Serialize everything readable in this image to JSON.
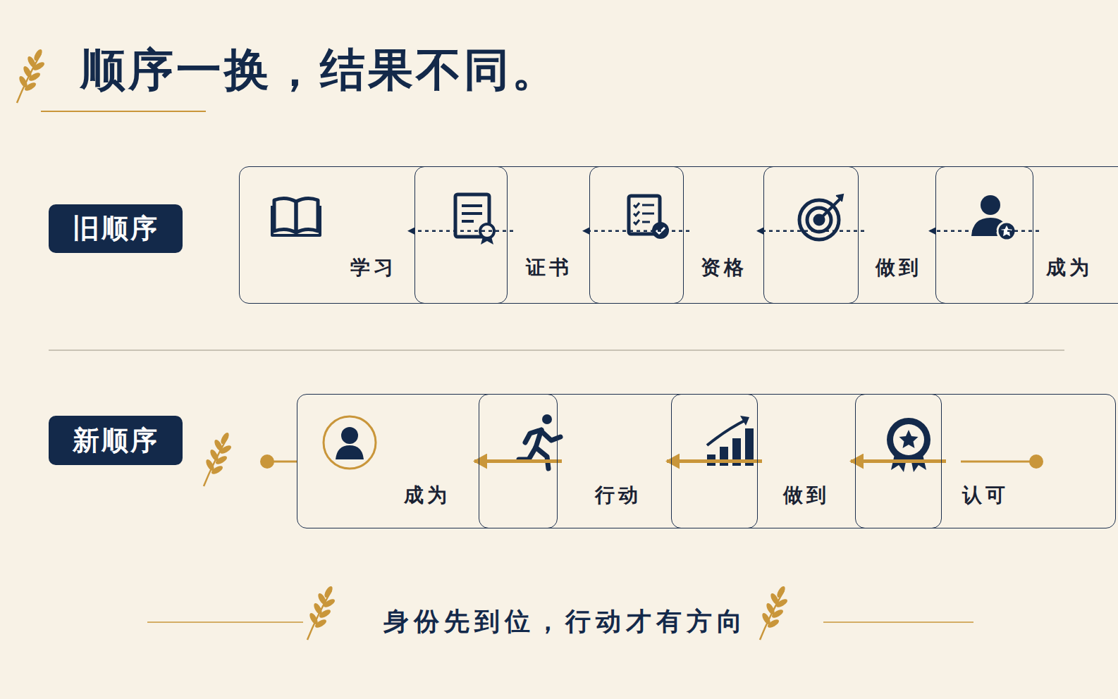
{
  "diagram": {
    "title": "顺序一换，结果不同。",
    "caption": "身份先到位，行动才有方向",
    "nodes": [
      {
        "text": [
          "旧顺序"
        ]
      },
      {
        "text": [
          "学习"
        ]
      },
      {
        "text": [
          "证书"
        ]
      },
      {
        "text": [
          "资格"
        ]
      },
      {
        "text": [
          "做到"
        ]
      },
      {
        "text": [
          "成为"
        ]
      },
      {
        "text": [
          "新顺序"
        ]
      },
      {
        "text": [
          "成为"
        ]
      },
      {
        "text": [
          "行动"
        ]
      },
      {
        "text": [
          "做到"
        ]
      },
      {
        "text": [
          "认可"
        ]
      }
    ],
    "edges": [
      {
        "from": 1,
        "to": 2,
        "arrow": "to"
      },
      {
        "from": 2,
        "to": 3,
        "arrow": "to"
      },
      {
        "from": 3,
        "to": 4,
        "arrow": "to"
      },
      {
        "from": 4,
        "to": 5,
        "arrow": "to"
      },
      {
        "from": 7,
        "to": 8,
        "arrow": "to"
      },
      {
        "from": 8,
        "to": 9,
        "arrow": "to"
      },
      {
        "from": 9,
        "to": 10,
        "arrow": "to"
      }
    ]
  }
}
